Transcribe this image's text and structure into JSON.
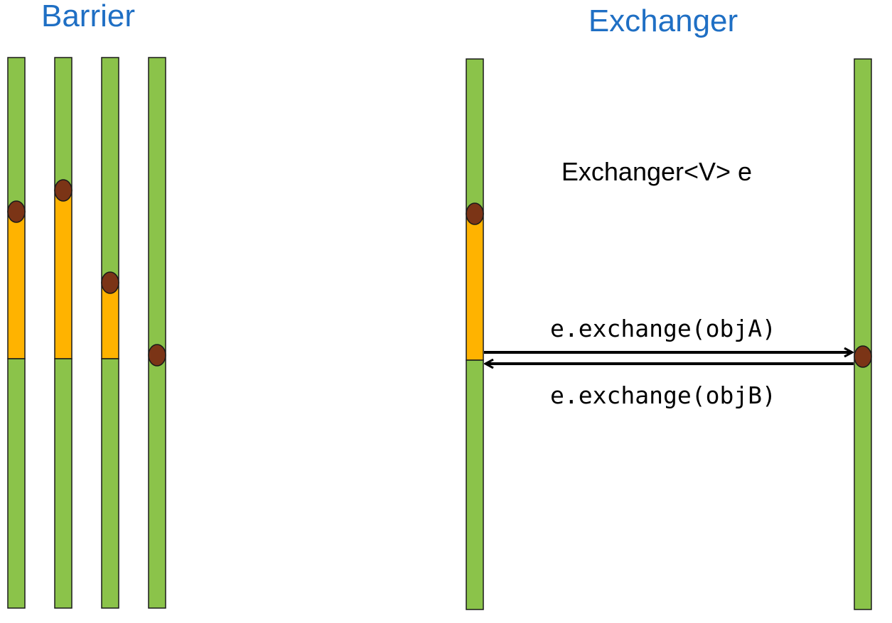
{
  "colors": {
    "running": "#8bc34a",
    "waiting": "#ffb300",
    "dot": "#7b3416",
    "outline": "#1a1a1a",
    "title": "#1f6fc4"
  },
  "icons": {
    "sync_point": "filled-circle-icon",
    "arrow": "arrow-right-icon"
  },
  "barrier": {
    "title": "Barrier"
  },
  "exchanger": {
    "title": "Exchanger",
    "declaration": "Exchanger<V> e",
    "call_a": "e.exchange(objA)",
    "call_b": "e.exchange(objB)"
  }
}
